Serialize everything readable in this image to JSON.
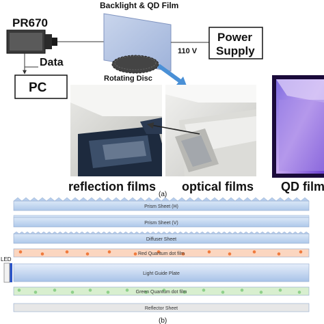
{
  "setup": {
    "camera_label": "PR670",
    "data_label": "Data",
    "pc_label": "PC",
    "film_label": "Backlight & QD Film",
    "voltage_label": "110 V",
    "power_supply_line1": "Power",
    "power_supply_line2": "Supply",
    "disc_label": "Rotating Disc"
  },
  "photos": {
    "reflection_label": "reflection films",
    "optical_label": "optical films",
    "qd_label": "QD films"
  },
  "panel_a_label": "(a)",
  "panel_b_label": "(b)",
  "stack": {
    "led_label": "LED",
    "layers": [
      {
        "name": "Prism Sheet (H)"
      },
      {
        "name": "Prism Sheet (V)"
      },
      {
        "name": "Diffuser Sheet"
      },
      {
        "name": "Red Quantum dot film"
      },
      {
        "name": "Light Guide Plate"
      },
      {
        "name": "Green Quantum dot film"
      },
      {
        "name": "Reflector Sheet"
      }
    ]
  },
  "colors": {
    "arrow_blue": "#4a90d6",
    "film_blue": "#b9c9e6",
    "layer_blue": "#c7daf2",
    "red_dot": "#f07a3c",
    "green_dot": "#8fd08a",
    "qd_purple": "#7a4dd6"
  }
}
